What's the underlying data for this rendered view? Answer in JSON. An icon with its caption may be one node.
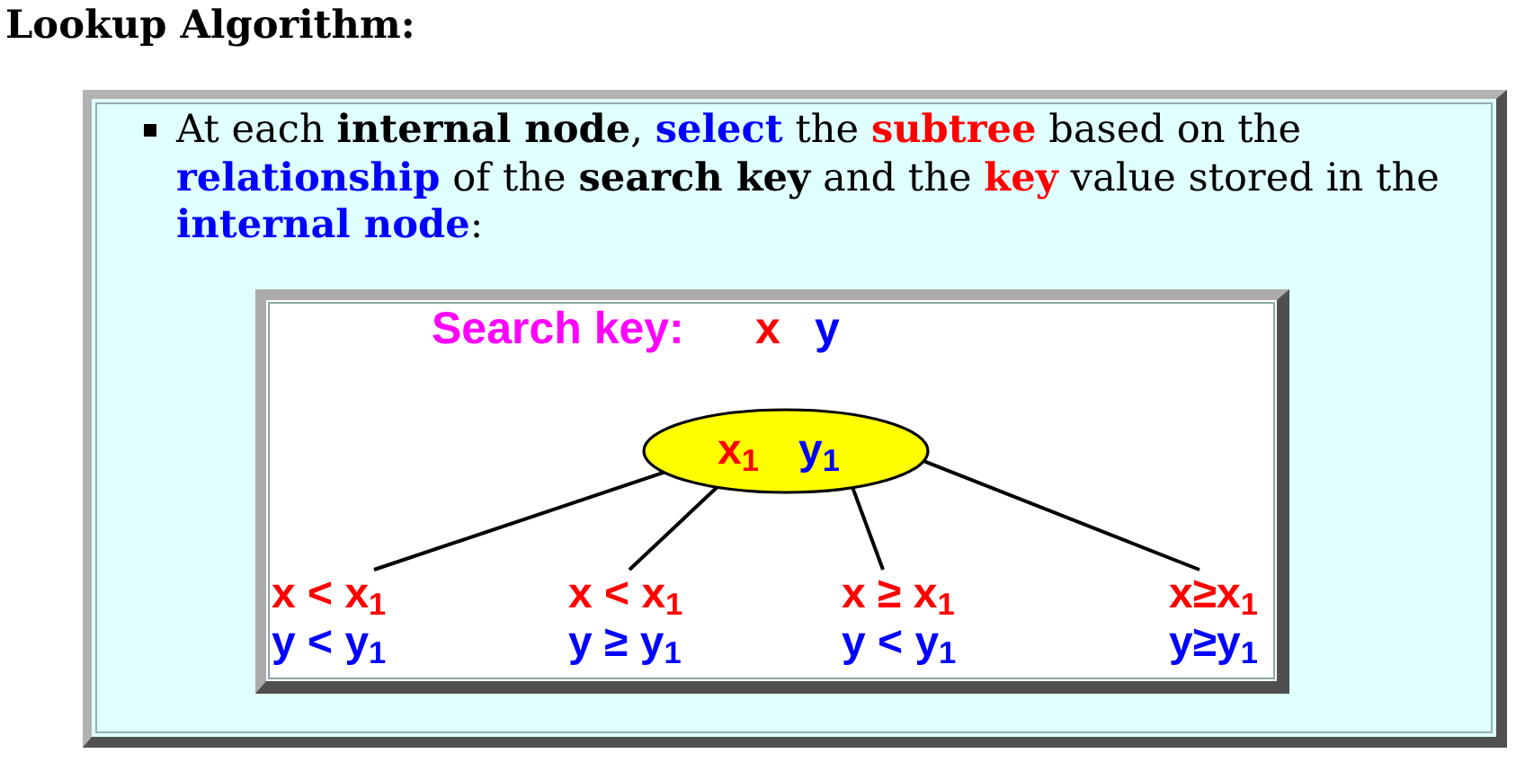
{
  "diagram": {
    "title": "Lookup Algorithm:",
    "nodes": [
      {
        "text": [
          "At each **internal node**, **select** the **subtree** based on the **relationship** of the **search key** and the **key** value stored in the **internal node**:"
        ]
      },
      {
        "text": [
          "Search key:",
          "x",
          "y"
        ],
        "in": 0
      },
      {
        "text": [
          "x$_{1}$",
          "y$_{1}$"
        ],
        "in": 1
      },
      {
        "text": [
          "x < x$_{1}$",
          "y < y$_{1}$"
        ],
        "in": 1
      },
      {
        "text": [
          "x < x$_{1}$",
          "y ≥ y$_{1}$"
        ],
        "in": 1
      },
      {
        "text": [
          "x ≥ x$_{1}$",
          "y < y$_{1}$"
        ],
        "in": 1
      },
      {
        "text": [
          "x≥x$_{1}$",
          "y≥y$_{1}$"
        ],
        "in": 1
      }
    ],
    "edges": [
      {
        "from": 2,
        "to": 3,
        "arrow": "none"
      },
      {
        "from": 2,
        "to": 4,
        "arrow": "none"
      },
      {
        "from": 2,
        "to": 5,
        "arrow": "none"
      },
      {
        "from": 2,
        "to": 6,
        "arrow": "none"
      }
    ]
  }
}
